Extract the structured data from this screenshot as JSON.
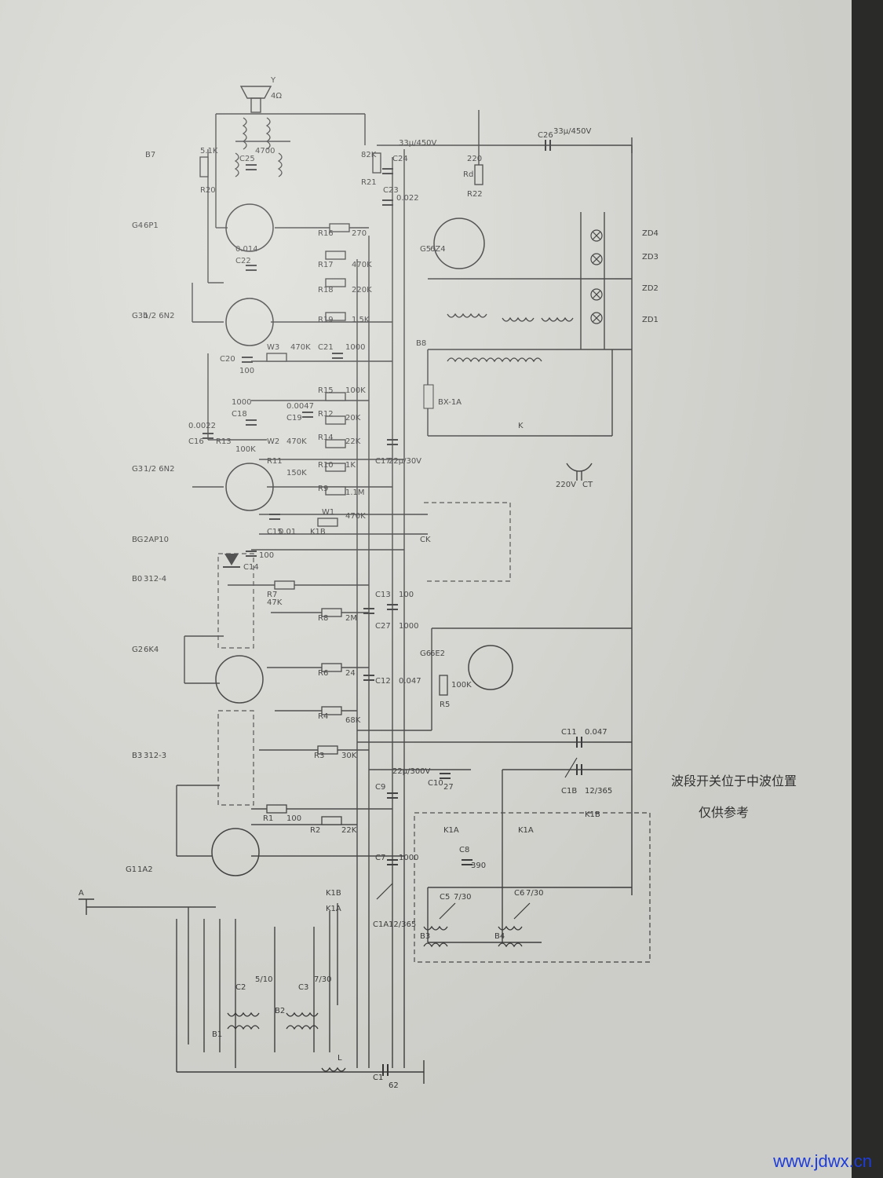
{
  "tubes": [
    {
      "id": "G1",
      "type": "1A2"
    },
    {
      "id": "G2",
      "type": "6K4"
    },
    {
      "id": "G3",
      "type": "1/2 6N2"
    },
    {
      "id": "G3b",
      "type": "1/2 6N2"
    },
    {
      "id": "G4",
      "type": "6P1"
    },
    {
      "id": "G5",
      "type": "6Z4"
    },
    {
      "id": "G6",
      "type": "6E2"
    }
  ],
  "parts": {
    "b3": "B3",
    "b3_type": "312-3",
    "b0": "B0",
    "b0_type": "312-4",
    "bg": "BG",
    "bg_type": "2AP10",
    "b7": "B7",
    "b8": "B8",
    "speaker": "Y",
    "speaker_imp": "4Ω",
    "c26": "C26",
    "c26_val": "33μ/450V",
    "r22": "R22",
    "r22_val": "220",
    "r20": "R20",
    "r20_val": "5.1K",
    "r21": "R21",
    "r21_val": "82K",
    "c25": "C25",
    "c25_val": "4700",
    "c24": "C24",
    "c24_val": "33μ/450V",
    "c23": "C23",
    "c23_val": "0.022",
    "c22": "C22",
    "c22_val": "0.014",
    "r16": "R16",
    "r16_val": "270",
    "r17": "R17",
    "r17_val": "470K",
    "r18": "R18",
    "r18_val": "220K",
    "r19": "R19",
    "r19_val": "1.5K",
    "w3": "W3",
    "w3_val": "470K",
    "c21": "C21",
    "c21_val": "1000",
    "c20": "C20",
    "c20_val": "100",
    "c19": "C19",
    "c19_val": "0.0047",
    "c18": "C18",
    "c18_val": "1000",
    "c16": "C16",
    "c16_val": "0.0022",
    "r13": "R13",
    "r13_val": "100K",
    "w2": "W2",
    "w2_val": "470K",
    "r14": "R14",
    "r14_val": "22K",
    "r15": "R15",
    "r15_val": "100K",
    "r12": "R12",
    "r12_val": "20K",
    "r11": "R11",
    "r11_val": "150K",
    "r10": "R10",
    "r10_val": "1K",
    "r9": "R9",
    "r9_val": "1.1M",
    "c17": "C17",
    "c17_val": "22μ/30V",
    "c15": "C15",
    "c15_val": "0.01",
    "w1": "W1",
    "w1_val": "470K",
    "c14": "C14",
    "c14_val": "100",
    "r7": "R7",
    "r7_val": "47K",
    "r8": "R8",
    "r8_val": "2M",
    "c13": "C13",
    "c13_val": "100",
    "c27": "C27",
    "c27_val": "1000",
    "c12": "C12",
    "c12_val": "0.047",
    "r6": "R6",
    "r6_val": "24",
    "r5": "R5",
    "r5_val": "100K",
    "r4": "R4",
    "r4_val": "68K",
    "r3": "R3",
    "r3_val": "30K",
    "c9": "C9",
    "c9_val": "22μ/300V",
    "c10": "C10",
    "c10_val": "27",
    "c11": "C11",
    "c11_val": "0.047",
    "c1a": "C1B",
    "c1a_val": "12/365",
    "r1": "R1",
    "r1_val": "100",
    "r2": "R2",
    "r2_val": "22K",
    "c7": "C7",
    "c7_val": "1000",
    "c1b": "C1A",
    "c1b_val": "12/365",
    "c8": "C8",
    "c8_val": "390",
    "c5": "C5",
    "c5_val": "7/30",
    "c6": "C6",
    "c6_val": "7/30",
    "c2": "C2",
    "c2_val": "5/10",
    "c3": "C3",
    "c3_val": "7/30",
    "c1": "C1",
    "c1_val": "62",
    "b1": "B1",
    "b2": "B2",
    "b3c": "B3",
    "b4": "B4",
    "l": "L",
    "antenna": "A",
    "ck": "CK",
    "mains": "220V",
    "ct": "CT",
    "fuse": "BX-1A",
    "kswitch": "K",
    "k1a": "K1A",
    "k1b": "K1B",
    "zd1": "ZD1",
    "zd2": "ZD2",
    "zd3": "ZD3",
    "zd4": "ZD4",
    "r_d": "Rd"
  },
  "notes": [
    "波段开关位于中波位置",
    "仅供参考"
  ],
  "watermark": "www.jdwx.cn"
}
